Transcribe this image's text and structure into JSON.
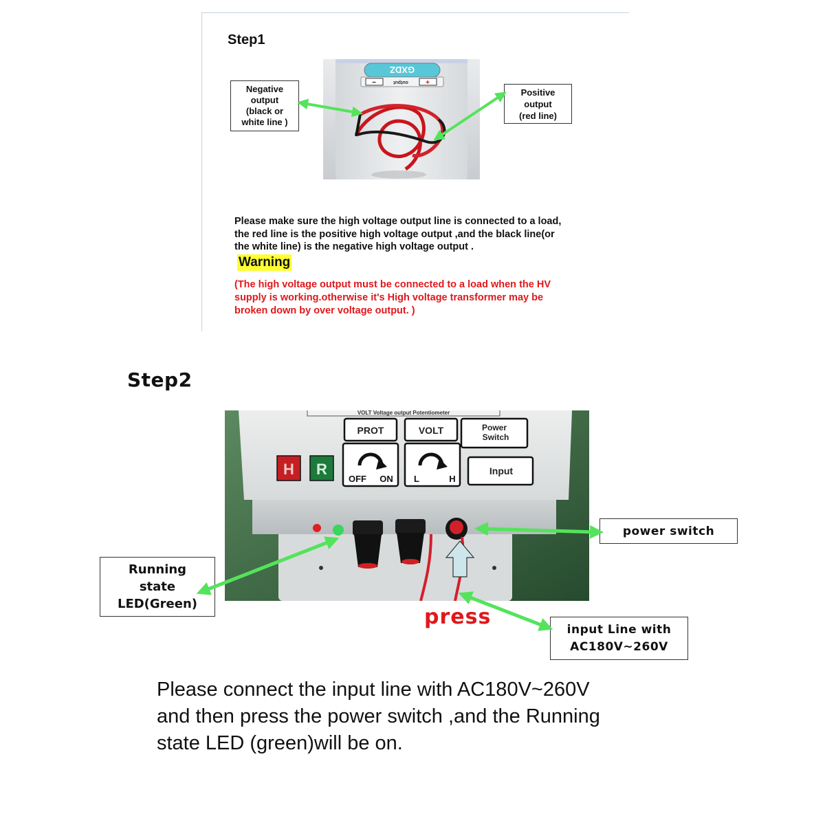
{
  "step1": {
    "title": "Step1",
    "device_brand": "GXDZ",
    "device_output_label": "output",
    "minus_label": "−",
    "plus_label": "+",
    "negative_callout": "Negative\noutput\n(black or\nwhite line )",
    "positive_callout": "Positive\noutput\n(red line)",
    "paragraph": "Please make sure the high voltage output line is connected to a load,\nthe red line is the positive high voltage output ,and the black line(or\nthe white line) is the negative high voltage output .",
    "warning_label": "Warning",
    "warning_text": "(The high voltage output must be connected to a load when the HV\nsupply is working.otherwise it's  High voltage transformer may be\nbroken down by over voltage output. )"
  },
  "step2": {
    "title": "Step2",
    "panel": {
      "top_strip": "VOLT  Voltage  output  Potentiometer",
      "prot": "PROT",
      "volt": "VOLT",
      "power_switch_line1": "Power",
      "power_switch_line2": "Switch",
      "input": "Input",
      "h": "H",
      "r": "R",
      "off": "OFF",
      "on": "ON",
      "l": "L",
      "h2": "H"
    },
    "power_switch_callout": "power switch",
    "running_callout": "Running\nstate\nLED(Green)",
    "input_callout": "input Line with\nAC180V~260V",
    "press_label": "press",
    "paragraph": "Please connect the input line with AC180V~260V\nand then press the power switch ,and the Running\nstate LED (green)will be on."
  },
  "colors": {
    "arrow_green": "#54e35b",
    "warning_yellow": "#ffff33",
    "warning_red": "#e0181b",
    "led_red_label": "#c41f24",
    "led_green_label": "#1d7a3a"
  }
}
